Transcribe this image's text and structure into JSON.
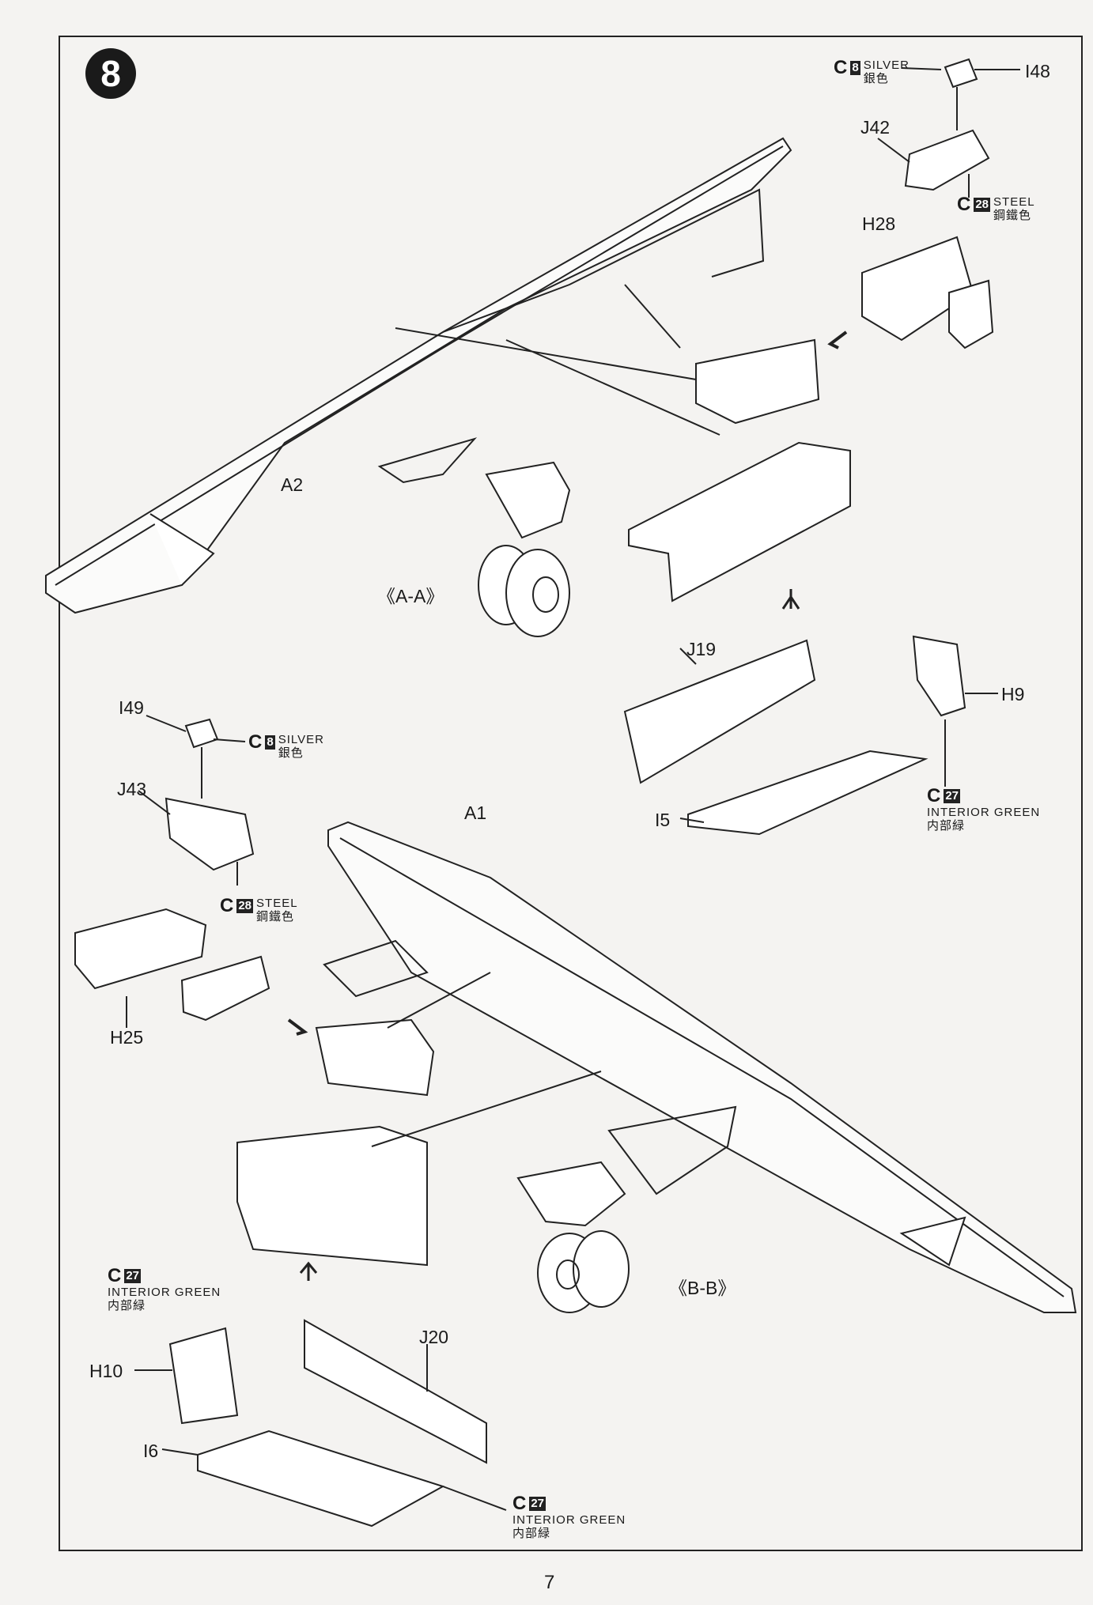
{
  "step": {
    "number": "8"
  },
  "top_assembly": {
    "parts": {
      "i48": "I48",
      "j42": "J42",
      "h28": "H28",
      "a2": "A2"
    },
    "section": "《A-A》",
    "paint_silver": {
      "code": "C",
      "num": "8",
      "name": "SILVER",
      "name_cn": "銀色"
    },
    "paint_steel": {
      "code": "C",
      "num": "28",
      "name": "STEEL",
      "name_cn": "鋼鐵色"
    },
    "sub": {
      "j19": "J19",
      "h9": "H9",
      "i5": "I5",
      "paint_green": {
        "code": "C",
        "num": "27",
        "name": "INTERIOR GREEN",
        "name_cn": "内部緑"
      }
    }
  },
  "bottom_assembly": {
    "parts": {
      "i49": "I49",
      "j43": "J43",
      "h25": "H25",
      "a1": "A1"
    },
    "section": "《B-B》",
    "paint_silver": {
      "code": "C",
      "num": "8",
      "name": "SILVER",
      "name_cn": "銀色"
    },
    "paint_steel": {
      "code": "C",
      "num": "28",
      "name": "STEEL",
      "name_cn": "鋼鐵色"
    },
    "sub": {
      "h10": "H10",
      "j20": "J20",
      "i6": "I6",
      "paint_green_1": {
        "code": "C",
        "num": "27",
        "name": "INTERIOR GREEN",
        "name_cn": "内部緑"
      },
      "paint_green_2": {
        "code": "C",
        "num": "27",
        "name": "INTERIOR GREEN",
        "name_cn": "内部緑"
      }
    }
  },
  "page_number": "7"
}
